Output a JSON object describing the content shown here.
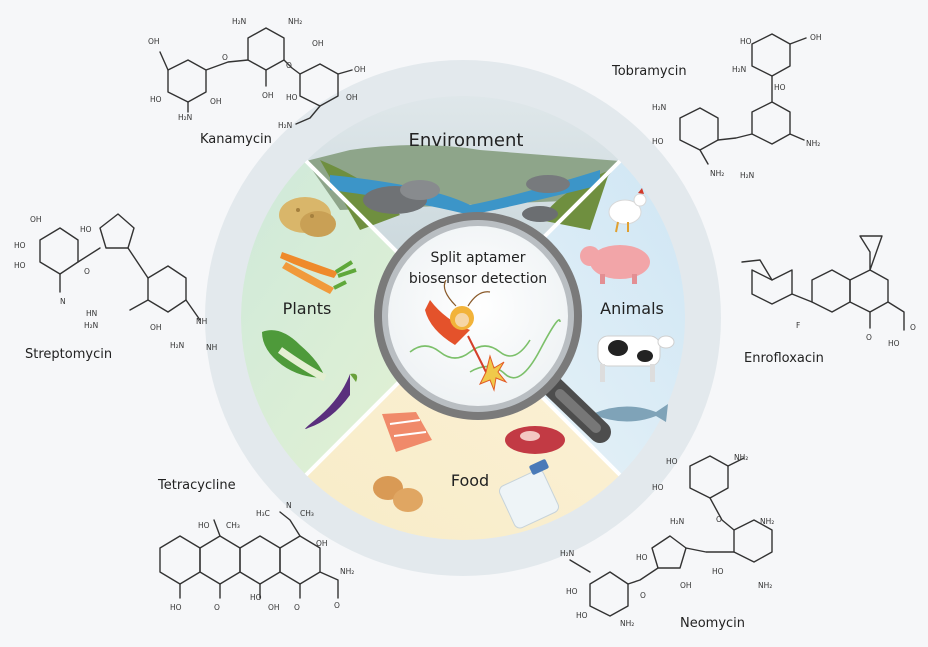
{
  "center": {
    "line1": "Split aptamer",
    "line2": "biosensor detection"
  },
  "sectors": {
    "environment": "Environment",
    "plants": "Plants",
    "animals": "Animals",
    "food": "Food"
  },
  "molecules": {
    "kanamycin": "Kanamycin",
    "tobramycin": "Tobramycin",
    "streptomycin": "Streptomycin",
    "enrofloxacin": "Enrofloxacin",
    "tetracycline": "Tetracycline",
    "neomycin": "Neomycin"
  },
  "colors": {
    "environment": "#c9d8dc",
    "plants": "#cfe8d0",
    "animals": "#d4e9f4",
    "food": "#f7e6b8",
    "ring": "#dfe6ea",
    "lens_frame": "#555555"
  },
  "icons": [
    "potato-icon",
    "carrot-icon",
    "bok-choy-icon",
    "eggplant-icon",
    "chicken-icon",
    "pig-icon",
    "cow-icon",
    "fish-icon",
    "salmon-icon",
    "meat-icon",
    "eggs-icon",
    "milk-icon",
    "mountain-river-icon",
    "monkey-king-icon",
    "dna-strand-icon"
  ]
}
